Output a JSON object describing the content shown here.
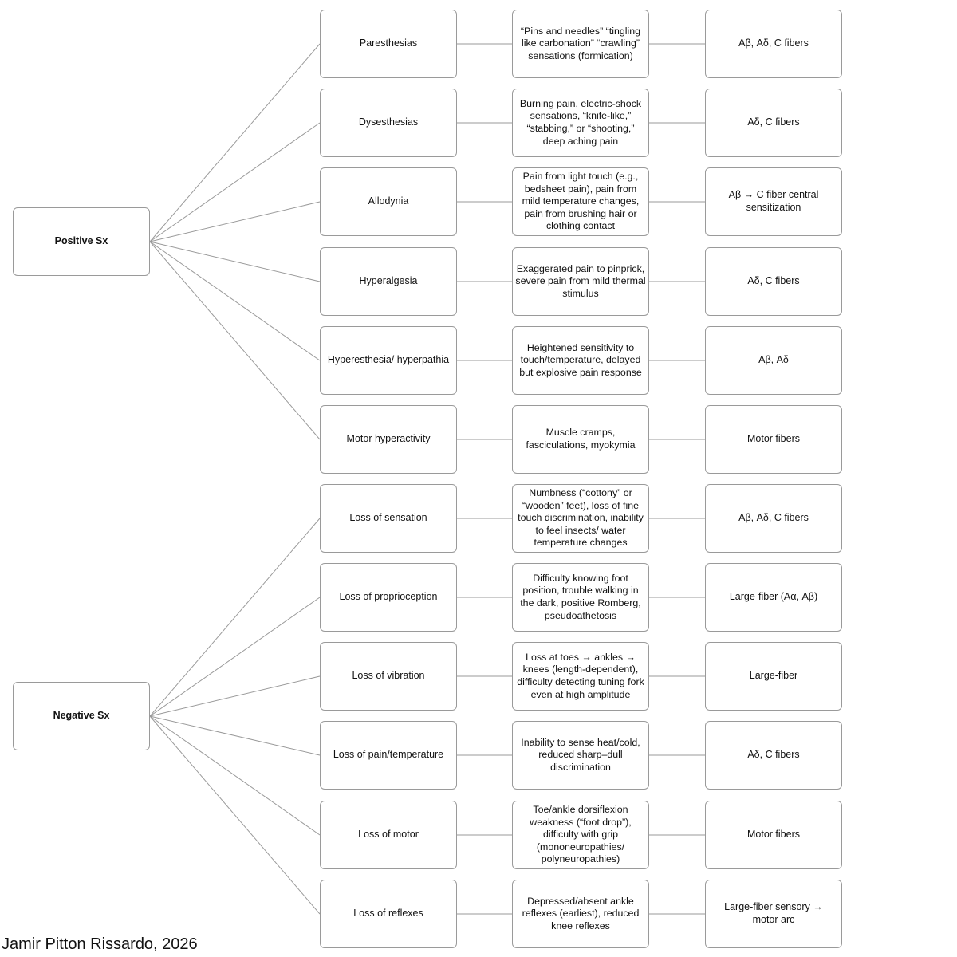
{
  "groups": [
    {
      "label": "Positive Sx",
      "items": [
        {
          "symptom": "Paresthesias",
          "description": "“Pins and needles” “tingling like carbonation” “crawling” sensations (formication)",
          "fibers": "Aβ, Aδ, C fibers"
        },
        {
          "symptom": "Dysesthesias",
          "description": "Burning pain, electric-shock sensations, “knife-like,” “stabbing,” or “shooting,” deep aching pain",
          "fibers": "Aδ, C fibers"
        },
        {
          "symptom": "Allodynia",
          "description": "Pain from light touch (e.g., bedsheet pain), pain from mild temperature changes, pain from brushing hair or clothing contact",
          "fibers": "Aβ → C fiber central sensitization"
        },
        {
          "symptom": "Hyperalgesia",
          "description": "Exaggerated pain to pinprick, severe pain from mild thermal stimulus",
          "fibers": "Aδ, C fibers"
        },
        {
          "symptom": "Hyperesthesia/ hyperpathia",
          "description": "Heightened sensitivity to touch/temperature, delayed but explosive pain response",
          "fibers": "Aβ, Aδ"
        },
        {
          "symptom": "Motor hyperactivity",
          "description": "Muscle cramps, fasciculations, myokymia",
          "fibers": "Motor fibers"
        }
      ]
    },
    {
      "label": "Negative Sx",
      "items": [
        {
          "symptom": "Loss of sensation",
          "description": "Numbness (“cottony” or “wooden” feet), loss of fine touch discrimination, inability to feel insects/ water temperature changes",
          "fibers": "Aβ, Aδ, C fibers"
        },
        {
          "symptom": "Loss of proprioception",
          "description": "Difficulty knowing foot position, trouble walking in the dark, positive Romberg, pseudoathetosis",
          "fibers": "Large-fiber (Aα, Aβ)"
        },
        {
          "symptom": "Loss of vibration",
          "description": "Loss at toes → ankles → knees (length-dependent), difficulty detecting tuning fork even at high amplitude",
          "fibers": "Large-fiber"
        },
        {
          "symptom": "Loss of pain/temperature",
          "description": "Inability to sense heat/cold, reduced sharp–dull discrimination",
          "fibers": "Aδ, C fibers"
        },
        {
          "symptom": "Loss of motor",
          "description": "Toe/ankle dorsiflexion weakness (“foot drop”), difficulty with grip (mononeuropathies/ polyneuropathies)",
          "fibers": "Motor fibers"
        },
        {
          "symptom": "Loss of reflexes",
          "description": "Depressed/absent ankle reflexes (earliest), reduced knee reflexes",
          "fibers": "Large-fiber sensory → motor arc"
        }
      ]
    }
  ],
  "credit": "Jamir Pitton Rissardo, 2026",
  "colors": {
    "line": "#9a9a9a",
    "border": "#9a9a9a"
  }
}
